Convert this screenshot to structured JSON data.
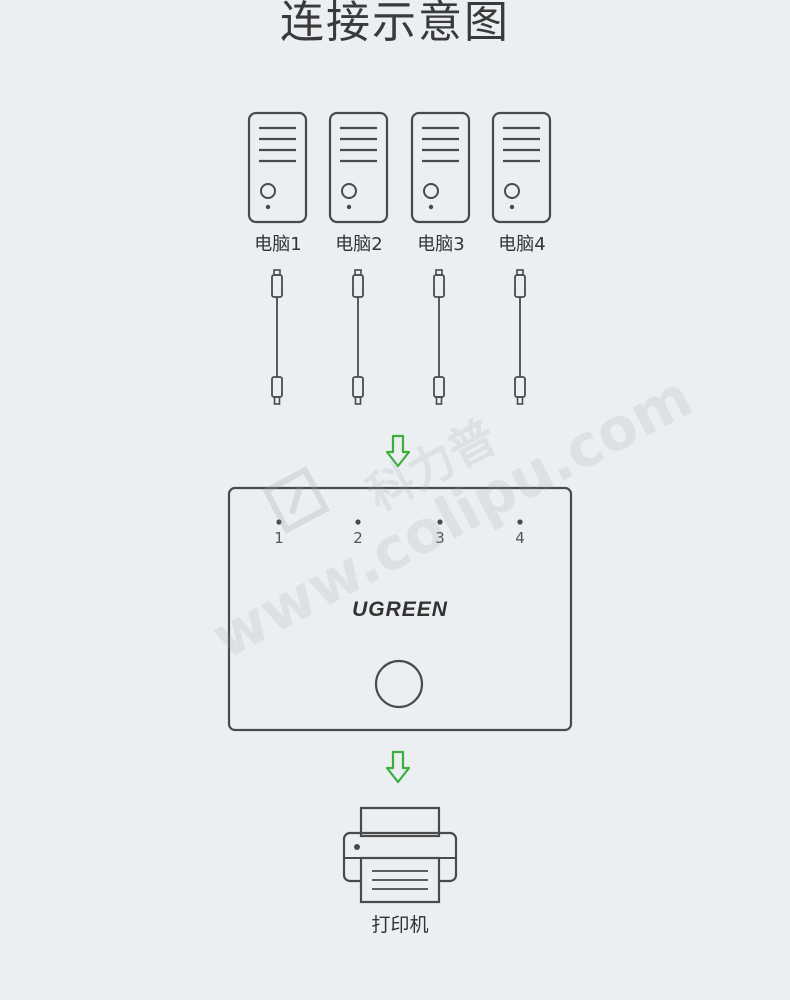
{
  "title": "连接示意图",
  "computers": [
    {
      "label": "电脑1"
    },
    {
      "label": "电脑2"
    },
    {
      "label": "电脑3"
    },
    {
      "label": "电脑4"
    }
  ],
  "switch": {
    "brand": "UGREEN",
    "ports": [
      "1",
      "2",
      "3",
      "4"
    ]
  },
  "printer": {
    "label": "打印机"
  },
  "watermark": {
    "url": "www.colipu.com",
    "name": "科力普"
  },
  "colors": {
    "background": "#ebeff2",
    "outline": "#4a4a4a",
    "arrow": "#3cae3c"
  }
}
